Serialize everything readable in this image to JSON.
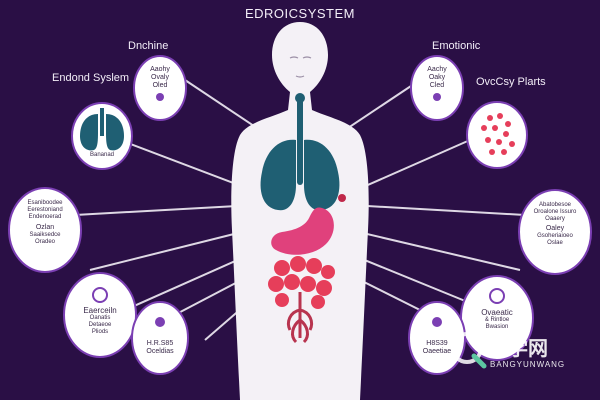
{
  "title": "EDROICSYSTEM",
  "left_labels": {
    "endocrine_system": "Endond Syslem",
    "dnchine": "Dnchine"
  },
  "right_labels": {
    "emotionic": "Emotionic",
    "ovcelly_pharts": "OvcCsy Plarts"
  },
  "bubbles": {
    "top_left": {
      "line1": "Aaohy",
      "line2": "Ovaly",
      "line3": "Oled"
    },
    "top_right": {
      "line1": "Aachy",
      "line2": "Oaky",
      "line3": "Cled"
    },
    "lungs": {
      "caption": "Bananad"
    },
    "mid_left": {
      "l1": "Esaniboodee",
      "l2": "Eerestoniand",
      "l3": "Endenoerad",
      "l4": "Ozlan",
      "l5": "Saaiksedce",
      "l6": "Oradeo"
    },
    "mid_right": {
      "l1": "Abatobesoe",
      "l2": "Oroalone Issuro",
      "l3": "Oaaery",
      "l4": "Oaley",
      "l5": "Gsoheriaioeo",
      "l6": "Oslae"
    },
    "bottom_left": {
      "l1": "Eaerceiln",
      "l2": "Oanatis",
      "l3": "Detaeoe",
      "l4": "Pliods"
    },
    "bottom_right": {
      "l1": "Ovaeatic",
      "l2": "& Rintloe",
      "l3": "Bwasion"
    },
    "bottom_center_left": {
      "line1": "H.R.S85",
      "line2": "Oceldias"
    },
    "bottom_center_right": {
      "line1": "H8S39",
      "line2": "Oaeetiae"
    }
  },
  "watermark": {
    "brand": "帮学网",
    "url": "BANGYUNWANG"
  },
  "colors": {
    "background": "#2a0f45",
    "body": "#f4f1f6",
    "lungs": "#1f5f73",
    "stomach": "#e0417c",
    "intestine": "#e63e5a",
    "accent": "#7b3fb3"
  }
}
